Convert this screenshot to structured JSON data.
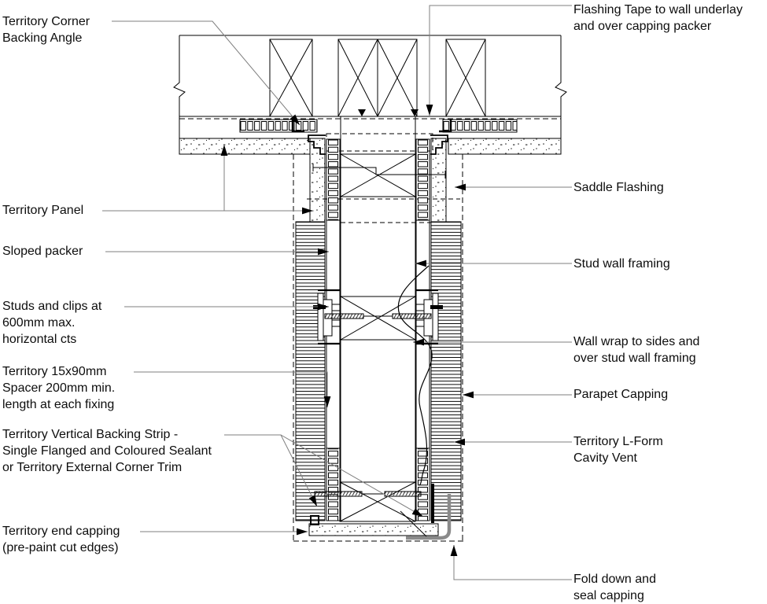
{
  "labels": {
    "left": [
      {
        "id": "territory-corner-backing-angle",
        "lines": [
          "Territory Corner",
          "Backing Angle"
        ]
      },
      {
        "id": "territory-panel",
        "lines": [
          "Territory Panel"
        ]
      },
      {
        "id": "sloped-packer",
        "lines": [
          "Sloped packer"
        ]
      },
      {
        "id": "studs-and-clips",
        "lines": [
          "Studs and clips at",
          "600mm max.",
          "horizontal cts"
        ]
      },
      {
        "id": "territory-spacer",
        "lines": [
          "Territory 15x90mm",
          "Spacer 200mm min.",
          "length at each fixing"
        ]
      },
      {
        "id": "territory-vertical-backing-strip",
        "lines": [
          "Territory Vertical Backing Strip -",
          "Single Flanged and Coloured Sealant",
          "or Territory External Corner Trim"
        ]
      },
      {
        "id": "territory-end-capping",
        "lines": [
          "Territory end capping",
          "(pre-paint cut edges)"
        ]
      }
    ],
    "right": [
      {
        "id": "flashing-tape",
        "lines": [
          "Flashing Tape to wall underlay",
          "and over capping packer"
        ]
      },
      {
        "id": "saddle-flashing",
        "lines": [
          "Saddle Flashing"
        ]
      },
      {
        "id": "stud-wall-framing",
        "lines": [
          "Stud wall framing"
        ]
      },
      {
        "id": "wall-wrap",
        "lines": [
          "Wall wrap to sides and",
          "over stud wall framing"
        ]
      },
      {
        "id": "parapet-capping",
        "lines": [
          "Parapet Capping"
        ]
      },
      {
        "id": "l-form-cavity-vent",
        "lines": [
          "Territory L-Form",
          "Cavity Vent"
        ]
      },
      {
        "id": "fold-down-seal",
        "lines": [
          "Fold down and",
          "seal capping"
        ]
      }
    ]
  },
  "colors": {
    "line": "#000000",
    "leader": "#7f7f7f",
    "capping_fold": "#8a8a8a",
    "background": "#ffffff"
  }
}
